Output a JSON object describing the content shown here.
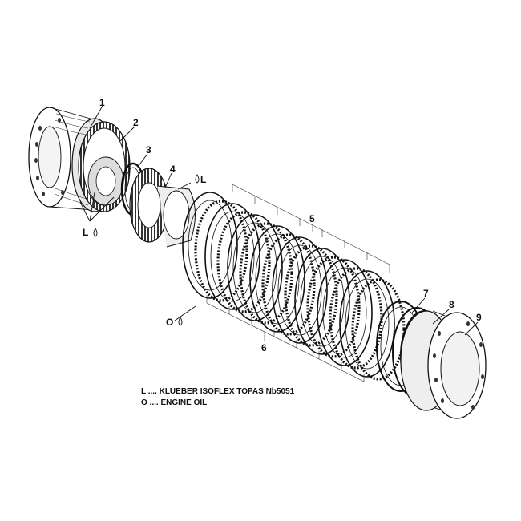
{
  "callouts": {
    "c1": "1",
    "c2": "2",
    "c3": "3",
    "c4": "4",
    "c5": "5",
    "c6": "6",
    "c7": "7",
    "c8": "8",
    "c9": "9"
  },
  "lube_markers": {
    "upper_L": "L",
    "lower_L": "L",
    "oil_O": "O"
  },
  "legend": {
    "line1": "L .... KLUEBER ISOFLEX TOPAS Nb5051",
    "line2": "O .... ENGINE OIL"
  }
}
